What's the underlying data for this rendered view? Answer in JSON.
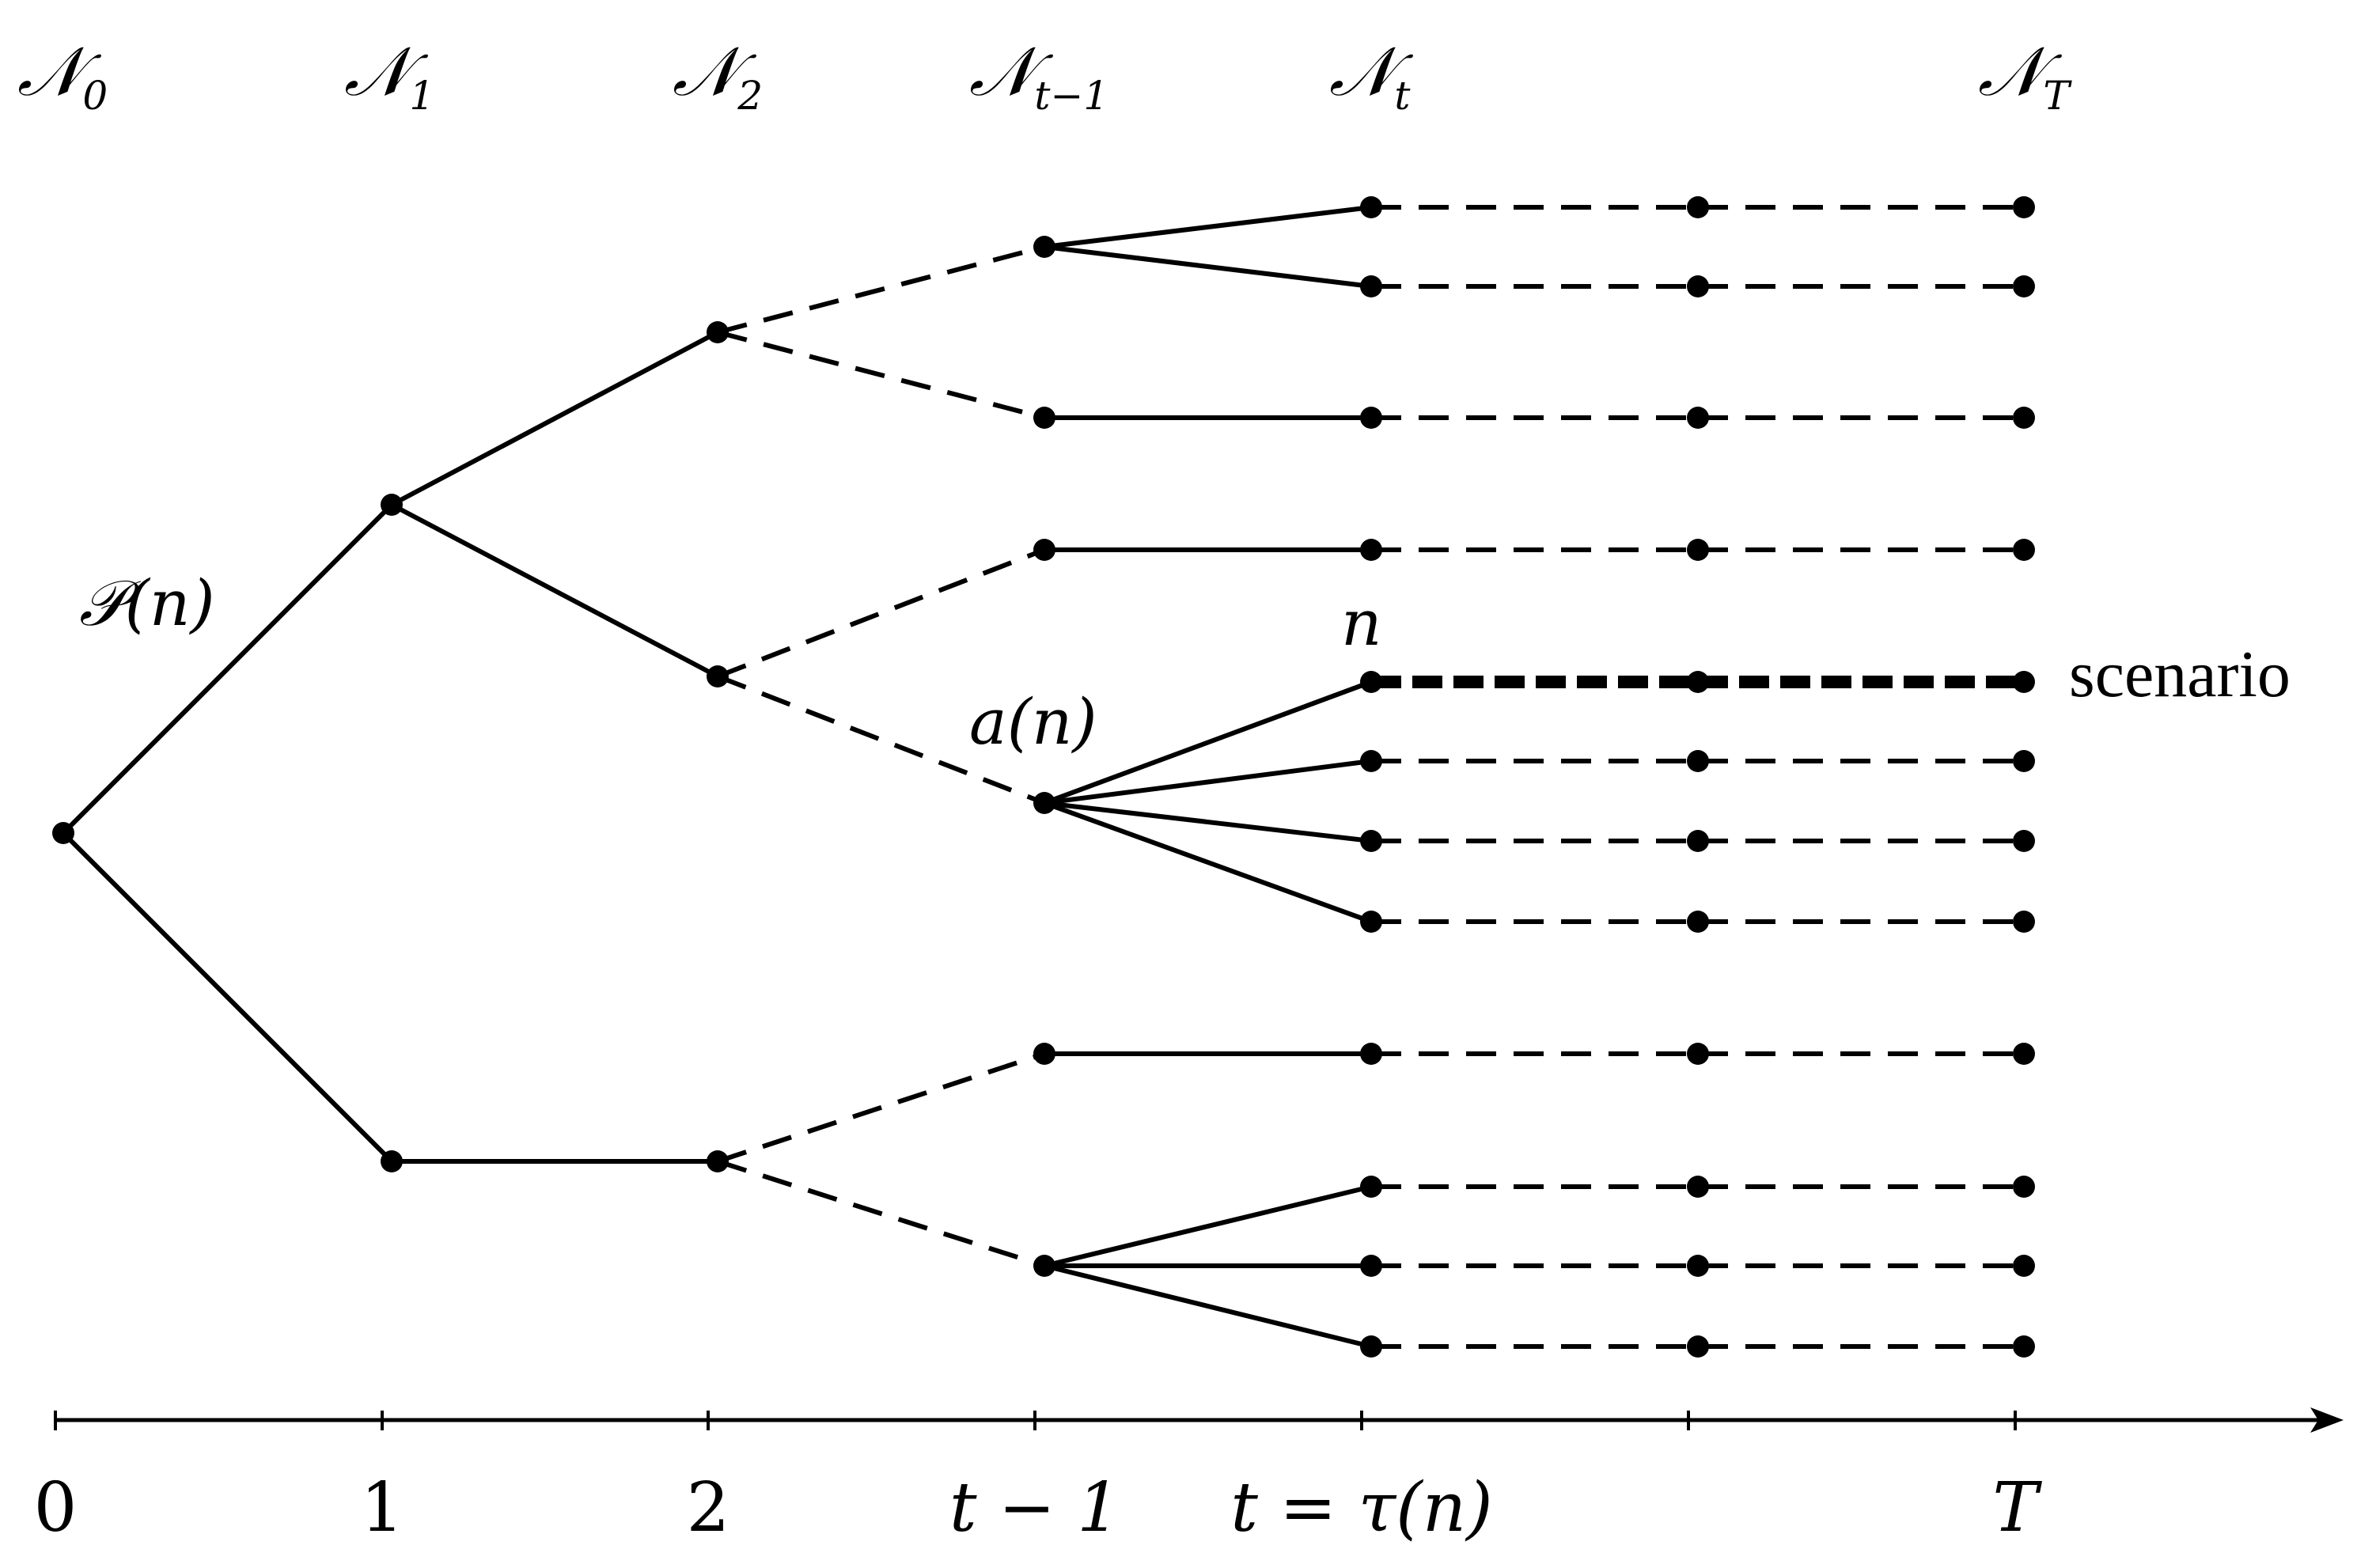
{
  "stage_labels": [
    {
      "main": "𝒩",
      "sub": "0"
    },
    {
      "main": "𝒩",
      "sub": "1"
    },
    {
      "main": "𝒩",
      "sub": "2"
    },
    {
      "main": "𝒩",
      "sub": "t−1"
    },
    {
      "main": "𝒩",
      "sub": "t"
    },
    {
      "main": "𝒩",
      "sub": "T"
    }
  ],
  "axis_labels": [
    "0",
    "1",
    "2",
    "t − 1",
    "t = τ(n)",
    "T"
  ],
  "annotations": {
    "predecessor": "𝒫(n)",
    "ancestor": "a(n)",
    "node": "n",
    "scenario": "scenario"
  },
  "colors": {
    "ink": "#000000",
    "background": "#ffffff"
  }
}
